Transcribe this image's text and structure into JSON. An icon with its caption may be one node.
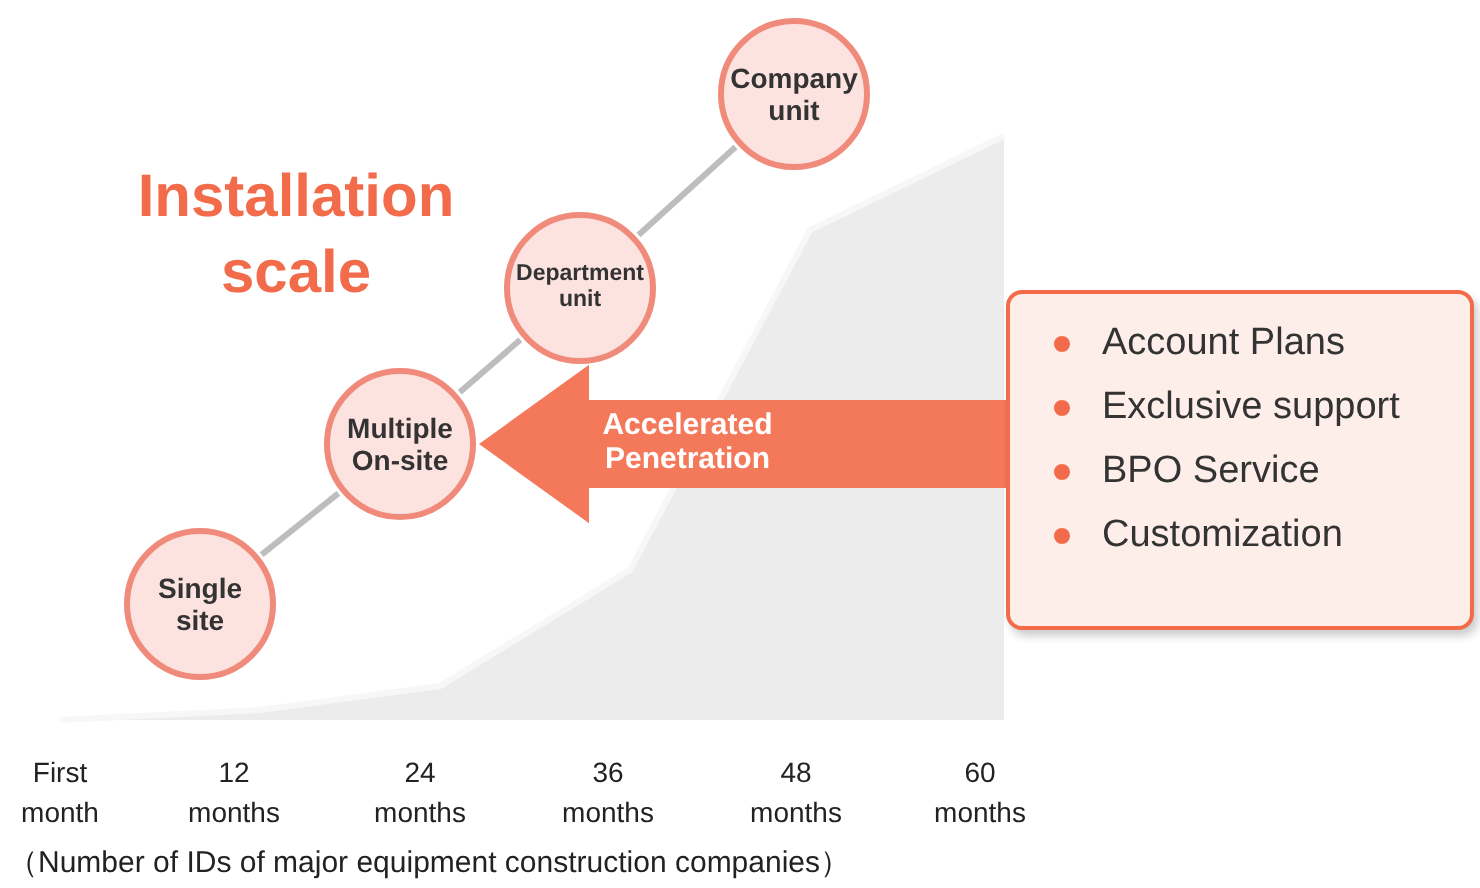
{
  "diagram": {
    "title": "Installation scale",
    "caption": "（Number of IDs of major equipment construction companies）",
    "nodes": [
      {
        "text": [
          "Single site"
        ]
      },
      {
        "text": [
          "Multiple On-site"
        ]
      },
      {
        "text": [
          "Department unit"
        ]
      },
      {
        "text": [
          "Company unit"
        ]
      },
      {
        "text": [
          "Account Plans",
          "Exclusive support",
          "BPO Service",
          "Customization"
        ]
      }
    ],
    "edges": [
      {
        "from": 0,
        "to": 1,
        "arrow": "none"
      },
      {
        "from": 1,
        "to": 2,
        "arrow": "none"
      },
      {
        "from": 2,
        "to": 3,
        "arrow": "none"
      },
      {
        "from": 4,
        "to": 1,
        "arrow": "to",
        "label": "Accelerated Penetration",
        "style": "thick",
        "color": "#f4795b"
      }
    ],
    "labels": [
      "First month",
      "12 months",
      "24 months",
      "36 months",
      "48 months",
      "60 months"
    ]
  }
}
